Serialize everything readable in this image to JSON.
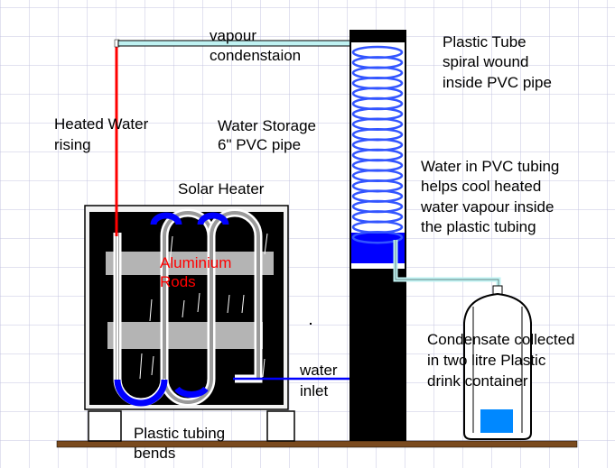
{
  "labels": {
    "vapour_condensation_1": "vapour",
    "vapour_condensation_2": "condenstaion",
    "plastic_tube_1": "Plastic Tube",
    "plastic_tube_2": "spiral wound",
    "plastic_tube_3": "inside PVC pipe",
    "heated_water_1": "Heated  Water",
    "heated_water_2": "rising",
    "water_storage_1": "Water Storage",
    "water_storage_2": "6\" PVC pipe",
    "solar_heater": "Solar Heater",
    "pvc_tubing_1": "Water in PVC  tubing",
    "pvc_tubing_2": " helps cool heated",
    "pvc_tubing_3": " water vapour inside",
    "pvc_tubing_4": " the plastic tubing",
    "aluminium_1": "Aluminium",
    "aluminium_2": "Rods",
    "condensate_1": "Condensate collected",
    "condensate_2": " in two litre Plastic",
    "condensate_3": "drink container",
    "water_inlet_1": "water",
    "water_inlet_2": "inlet",
    "plastic_bends_1": "Plastic tubing",
    "plastic_bends_2": "bends"
  },
  "colors": {
    "grid": "#c4c4e0",
    "grid_background": "#ffffff",
    "ground": "#7a4a1e",
    "heater_frame": "#f2f2f2",
    "heater_panel": "#000000",
    "aluminium_rod": "#b4b4b4",
    "heated_water": "#ff0000",
    "water": "#0000ff",
    "vapour_pipe": "#bff2f2",
    "storage_pipe": "#000000",
    "coil": "#3355ff",
    "label_text": "#000000",
    "aluminium_text": "#ff0000"
  }
}
